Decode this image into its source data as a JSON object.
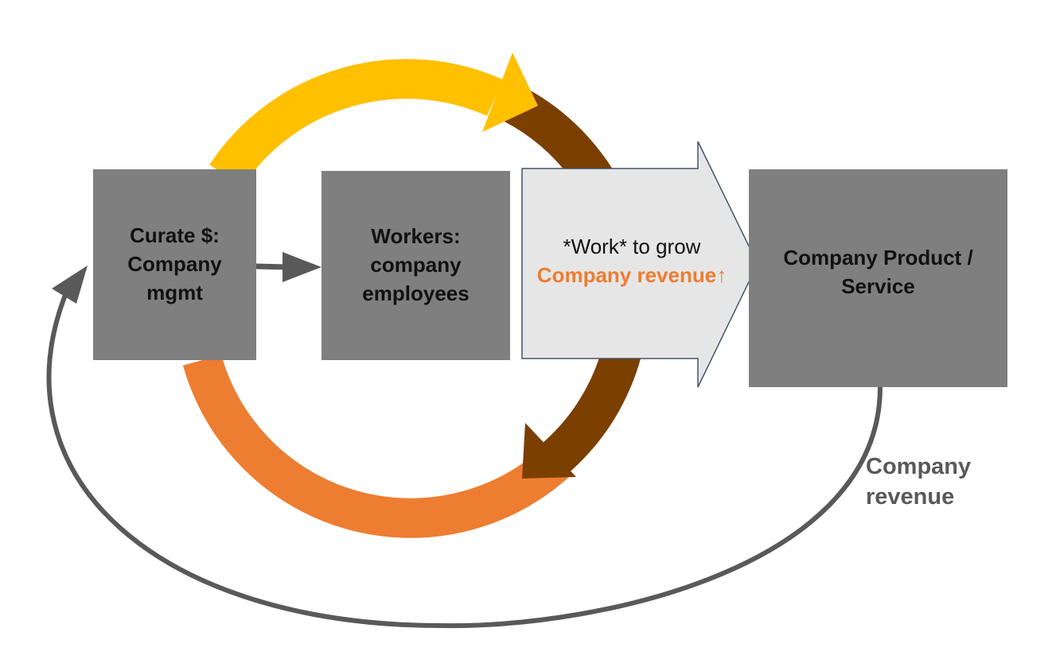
{
  "nodes": {
    "mgmt": {
      "line1": "Curate $:",
      "line2": "Company",
      "line3": "mgmt"
    },
    "workers": {
      "line1": "Workers:",
      "line2": "company",
      "line3": "employees"
    },
    "product": {
      "line1": "Company Product /",
      "line2": "Service"
    }
  },
  "work_arrow": {
    "line1": "*Work* to grow",
    "line2": "Company revenue↑"
  },
  "revenue_loop": {
    "line1": "Company",
    "line2": "revenue"
  },
  "colors": {
    "box_fill": "#7f7f7f",
    "cycle_yellow": "#ffc000",
    "cycle_brown": "#7b3f00",
    "cycle_orange": "#ed7d31",
    "loop_gray": "#595959",
    "work_arrow_fill": "#e7e6e6",
    "work_arrow_stroke": "#44546a",
    "highlight_text": "#ed7d31"
  }
}
